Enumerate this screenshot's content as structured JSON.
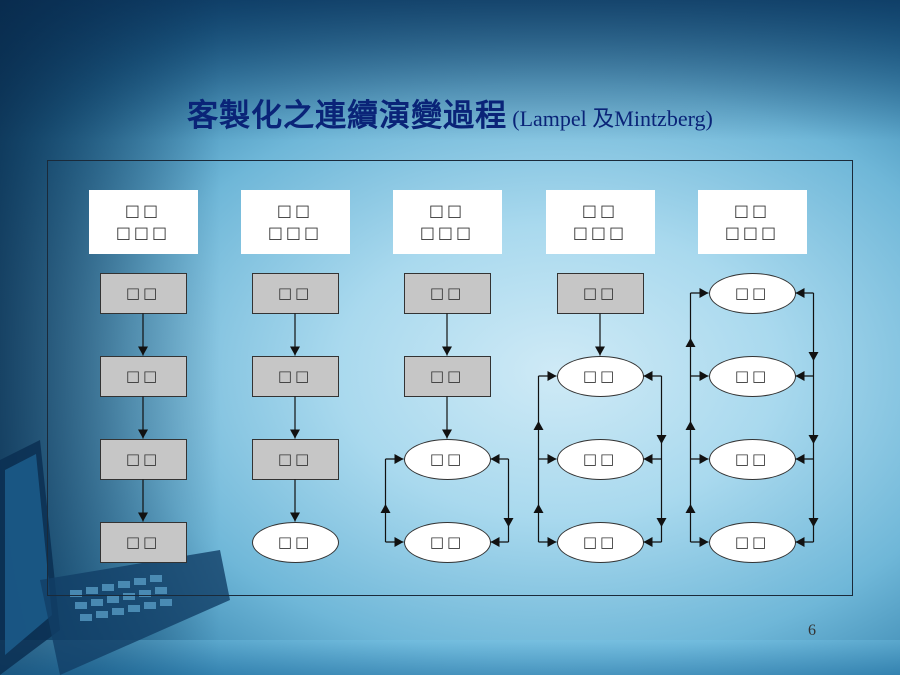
{
  "title": {
    "chinese": "客製化之連續演變過程",
    "english": "(Lampel 及Mintzberg)"
  },
  "page_number": "6",
  "columns": [
    {
      "header": [
        "□□",
        "□□□"
      ],
      "nodes": [
        {
          "shape": "box",
          "label": "□□"
        },
        {
          "shape": "box",
          "label": "□□"
        },
        {
          "shape": "box",
          "label": "□□"
        },
        {
          "shape": "box",
          "label": "□□"
        }
      ]
    },
    {
      "header": [
        "□□",
        "□□□"
      ],
      "nodes": [
        {
          "shape": "box",
          "label": "□□"
        },
        {
          "shape": "box",
          "label": "□□"
        },
        {
          "shape": "box",
          "label": "□□"
        },
        {
          "shape": "oval",
          "label": "□□"
        }
      ]
    },
    {
      "header": [
        "□□",
        "□□□"
      ],
      "nodes": [
        {
          "shape": "box",
          "label": "□□"
        },
        {
          "shape": "box",
          "label": "□□"
        },
        {
          "shape": "oval",
          "label": "□□"
        },
        {
          "shape": "oval",
          "label": "□□"
        }
      ]
    },
    {
      "header": [
        "□□",
        "□□□"
      ],
      "nodes": [
        {
          "shape": "box",
          "label": "□□"
        },
        {
          "shape": "oval",
          "label": "□□"
        },
        {
          "shape": "oval",
          "label": "□□"
        },
        {
          "shape": "oval",
          "label": "□□"
        }
      ]
    },
    {
      "header": [
        "□□",
        "□□□"
      ],
      "nodes": [
        {
          "shape": "oval",
          "label": "□□"
        },
        {
          "shape": "oval",
          "label": "□□"
        },
        {
          "shape": "oval",
          "label": "□□"
        },
        {
          "shape": "oval",
          "label": "□□"
        }
      ]
    }
  ],
  "colors": {
    "title": "#0a2478",
    "box_fill": "#c6c6c6",
    "oval_fill": "#ffffff",
    "line": "#111111"
  }
}
